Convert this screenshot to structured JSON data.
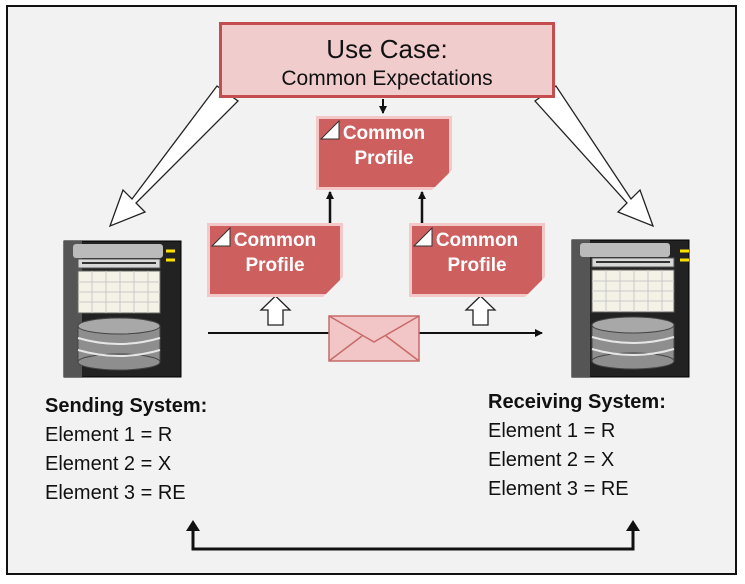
{
  "use_case": {
    "line1": "Use Case:",
    "line2": "Common Expectations"
  },
  "profiles": [
    {
      "line1": "Common",
      "line2": "Profile"
    },
    {
      "line1": "Common",
      "line2": "Profile"
    },
    {
      "line1": "Common",
      "line2": "Profile"
    }
  ],
  "sending": {
    "title": "Sending System:",
    "elements": [
      "Element 1 =  R",
      "Element 2 =  X",
      "Element 3 = RE"
    ]
  },
  "receiving": {
    "title": "Receiving System:",
    "elements": [
      "Element 1 =  R",
      "Element 2 =  X",
      "Element 3 = RE"
    ]
  },
  "colors": {
    "profile_fill": "#cd5f5f",
    "usecase_fill": "#f0cccc",
    "usecase_border": "#c44d4d",
    "envelope_fill": "#f2c6c6"
  },
  "icons": [
    "server-icon",
    "envelope-icon",
    "hollow-arrow-icon"
  ]
}
